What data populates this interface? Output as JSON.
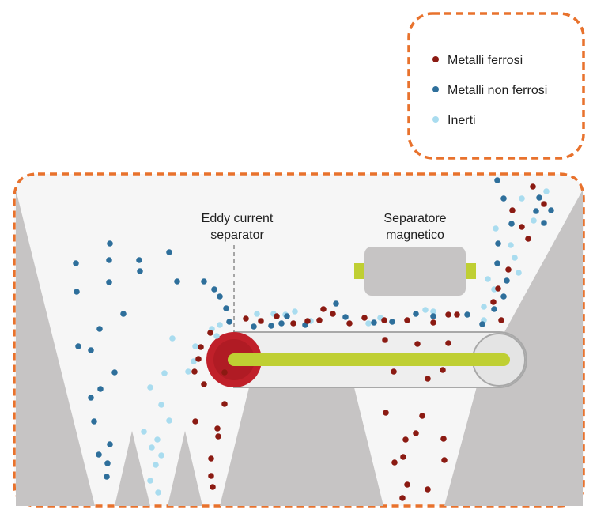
{
  "colors": {
    "ferrous": "#8b1a12",
    "non_ferrous": "#2e6f9b",
    "inert": "#a9dcef",
    "border": "#e8722d",
    "gray": "#c6c4c4",
    "rail": "#bfcf33",
    "drum": "#c0202a"
  },
  "legend": {
    "items": [
      {
        "label": "Metalli ferrosi",
        "color": "#8b1a12"
      },
      {
        "label": "Metalli non ferrosi",
        "color": "#2e6f9b"
      },
      {
        "label": "Inerti",
        "color": "#a9dcef"
      }
    ]
  },
  "labels": {
    "eddy_line1": "Eddy current",
    "eddy_line2": "separator",
    "magnet_line1": "Separatore",
    "magnet_line2": "magnetico"
  }
}
